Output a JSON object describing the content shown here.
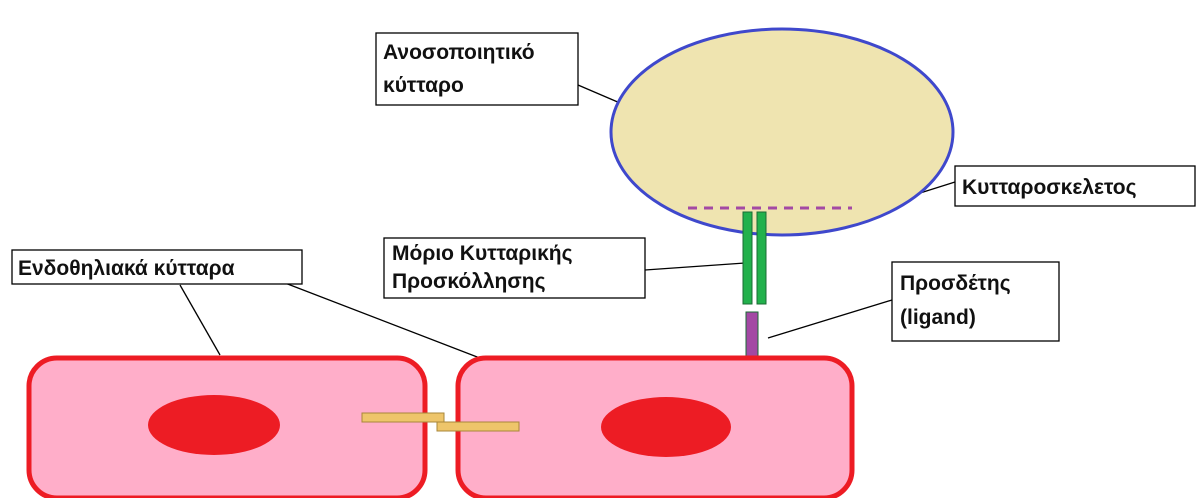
{
  "labels": {
    "immune_cell": [
      "Ανοσοποιητικό",
      "κύτταρο"
    ],
    "cytoskeleton": "Κυτταροσκελετος",
    "adhesion_molecule": [
      "Μόριο Κυτταρικής",
      "Προσκόλλησης"
    ],
    "endothelial_cells": "Ενδοθηλιακά κύτταρα",
    "ligand": [
      "Προσδέτης",
      "(ligand)"
    ]
  },
  "colors": {
    "immune_cell_fill": "#efe4b0",
    "immune_cell_outline": "#3f48cc",
    "cytoskeleton_line": "#a349a4",
    "adhesion_molecule": "#22b14c",
    "adhesion_molecule_outline": "#1a6b33",
    "ligand": "#a349a4",
    "endothelial_fill": "#ffaec9",
    "endothelial_outline": "#ed1c24",
    "nucleus": "#ed1c24",
    "junction": "#eec56a",
    "junction_outline": "#a8873a"
  }
}
